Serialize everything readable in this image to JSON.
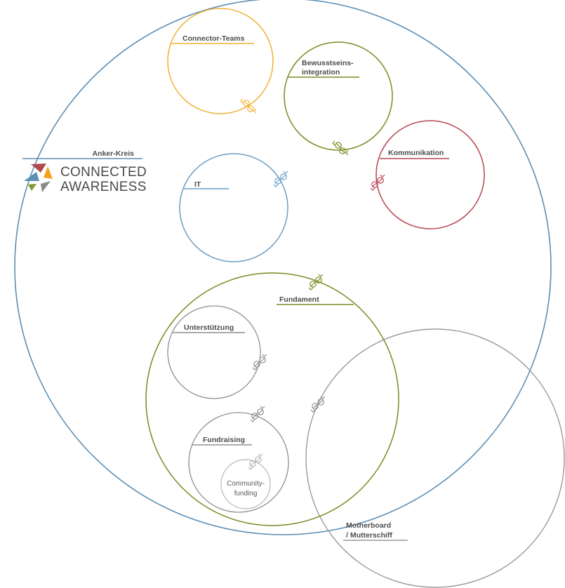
{
  "logo": {
    "line1": "CONNECTED",
    "line2": "AWARENESS",
    "colors": [
      "#b04a4a",
      "#f2a21b",
      "#5b8fb5",
      "#7a9a2a",
      "#8a8a8a"
    ]
  },
  "circles": {
    "anker": {
      "label": "Anker-Kreis",
      "color": "#5b8fb5"
    },
    "connector": {
      "label": "Connector-Teams",
      "color": "#f2b134"
    },
    "bewusst": {
      "label_line1": "Bewusstseins-",
      "label_line2": "integration",
      "color": "#7a8a22"
    },
    "kommunikation": {
      "label": "Kommunikation",
      "color": "#b5454f"
    },
    "it": {
      "label": "IT",
      "color": "#6a9ec4"
    },
    "fundament": {
      "label": "Fundament",
      "color": "#7a8a22"
    },
    "unterstuetzung": {
      "label": "Unterstützung",
      "color": "#8f8f8f"
    },
    "fundraising": {
      "label": "Fundraising",
      "color": "#8f8f8f"
    },
    "community": {
      "label_line1": "Community-",
      "label_line2": "funding",
      "color": "#b5b5b5"
    },
    "motherboard": {
      "label_line1": "Motherboard",
      "label_line2": "/ Mutterschiff",
      "color": "#9a9a9a"
    }
  }
}
